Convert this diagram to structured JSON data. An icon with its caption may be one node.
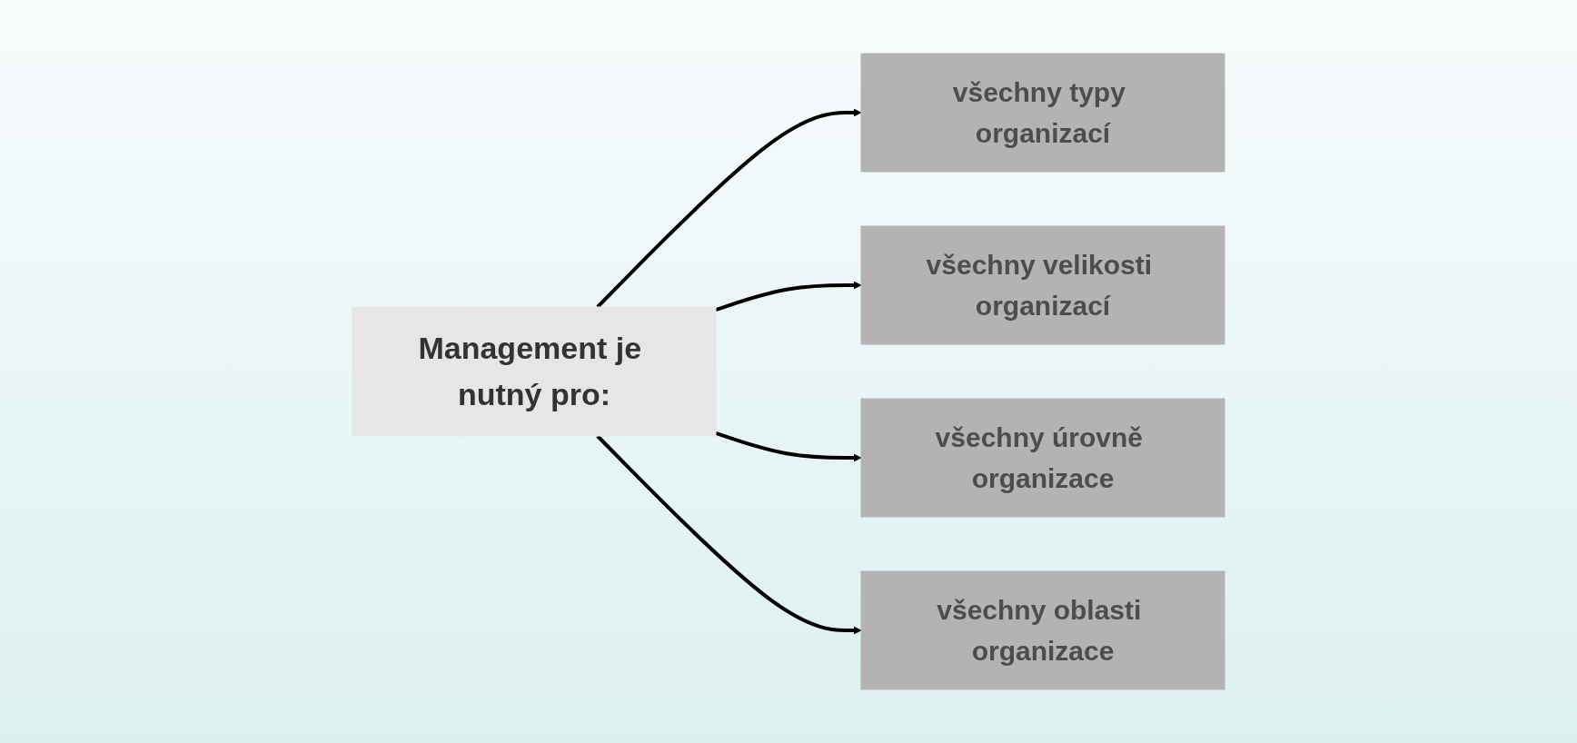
{
  "diagram": {
    "nodes": [
      {
        "text": [
          "všechny typy organizací"
        ]
      },
      {
        "text": [
          "všechny velikosti organizací"
        ]
      },
      {
        "text": [
          "Management je nutný pro:"
        ]
      },
      {
        "text": [
          "všechny úrovně organizace"
        ]
      },
      {
        "text": [
          "všechny oblasti organizace"
        ]
      }
    ],
    "edges": [
      {
        "from": 2,
        "to": 0,
        "arrow": "to"
      },
      {
        "from": 2,
        "to": 1,
        "arrow": "to"
      },
      {
        "from": 2,
        "to": 3,
        "arrow": "to"
      },
      {
        "from": 2,
        "to": 4,
        "arrow": "to"
      }
    ]
  }
}
